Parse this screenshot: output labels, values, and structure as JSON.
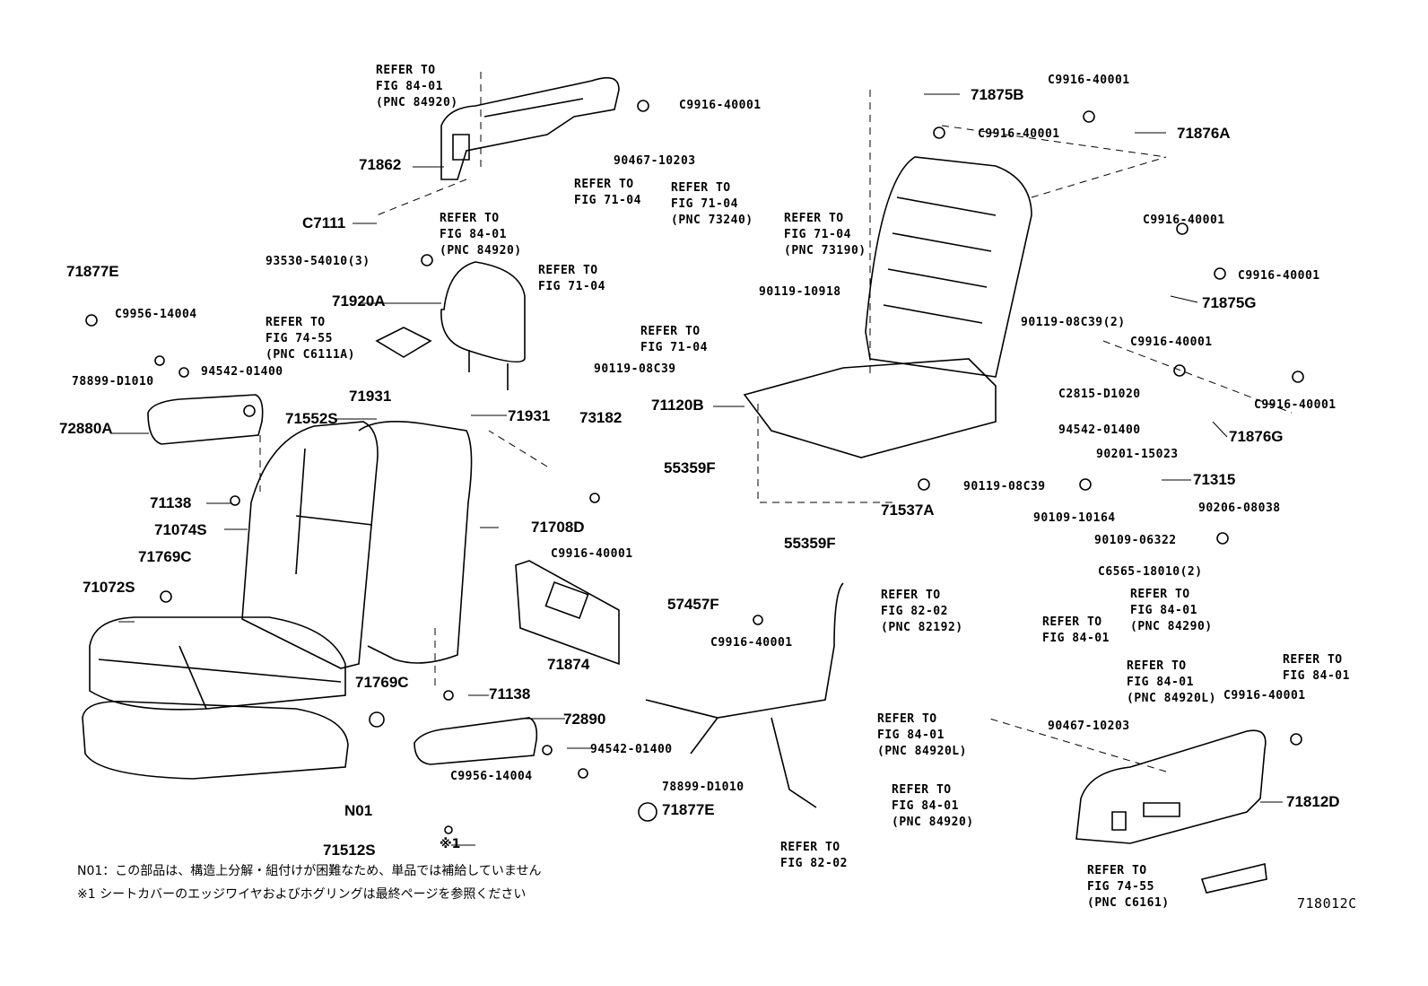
{
  "labels": [
    "REFER TO\nFIG 84-01\n(PNC 84920)",
    "C9916-40001",
    "71862",
    "90467-10203",
    "REFER TO\nFIG 84-01\n(PNC 84920)",
    "C7111",
    "93530-54010(3)",
    "REFER TO\nFIG 71-04",
    "REFER TO\nFIG 71-04\n(PNC 73240)",
    "REFER TO\nFIG 71-04\n(PNC 73190)",
    "REFER TO\nFIG 71-04",
    "71875B",
    "C9916-40001",
    "C9916-40001",
    "71876A",
    "C9916-40001",
    "C9916-40001",
    "71875G",
    "90119-10918",
    "90119-08C39(2)",
    "C9916-40001",
    "C9916-40001",
    "71876G",
    "C2815-D1020",
    "94542-01400",
    "90201-15023",
    "71315",
    "90119-08C39",
    "90109-10164",
    "90206-08038",
    "90109-06322",
    "71537A",
    "71877E",
    "C9956-14004",
    "78899-D1010",
    "94542-01400",
    "71920A",
    "REFER TO\nFIG 74-55\n(PNC C6111A)",
    "72880A",
    "71931",
    "71552S",
    "71931",
    "73182",
    "REFER TO\nFIG 71-04",
    "90119-08C39",
    "71120B",
    "55359F",
    "55359F",
    "C9916-40001",
    "57457F",
    "C9916-40001",
    "71138",
    "71074S",
    "71708D",
    "71769C",
    "71072S",
    "71874",
    "71769C",
    "71138",
    "72890",
    "94542-01400",
    "C9956-14004",
    "78899-D1010",
    "71877E",
    "N01",
    "71512S",
    "REFER TO\nFIG 82-02\n(PNC 82192)",
    "REFER TO\nFIG 84-01\n(PNC 84290)",
    "C6565-18010(2)",
    "REFER TO\nFIG 84-01",
    "REFER TO\nFIG 84-01",
    "REFER TO\nFIG 84-01\n(PNC 84920L)",
    "C9916-40001",
    "REFER TO\nFIG 84-01\n(PNC 84920L)",
    "90467-10203",
    "REFER TO\nFIG 84-01\n(PNC 84920)",
    "71812D",
    "REFER TO\nFIG 82-02",
    "REFER TO\nFIG 74-55\n(PNC C6161)"
  ],
  "legend_symbol": "※1",
  "notes": [
    "N01：この部品は、構造上分解・組付けが困難なため、単品では補給していません",
    "※1 シートカバーのエッジワイヤおよびホグリングは最終ページを参照ください"
  ],
  "figure_id": "718012C"
}
